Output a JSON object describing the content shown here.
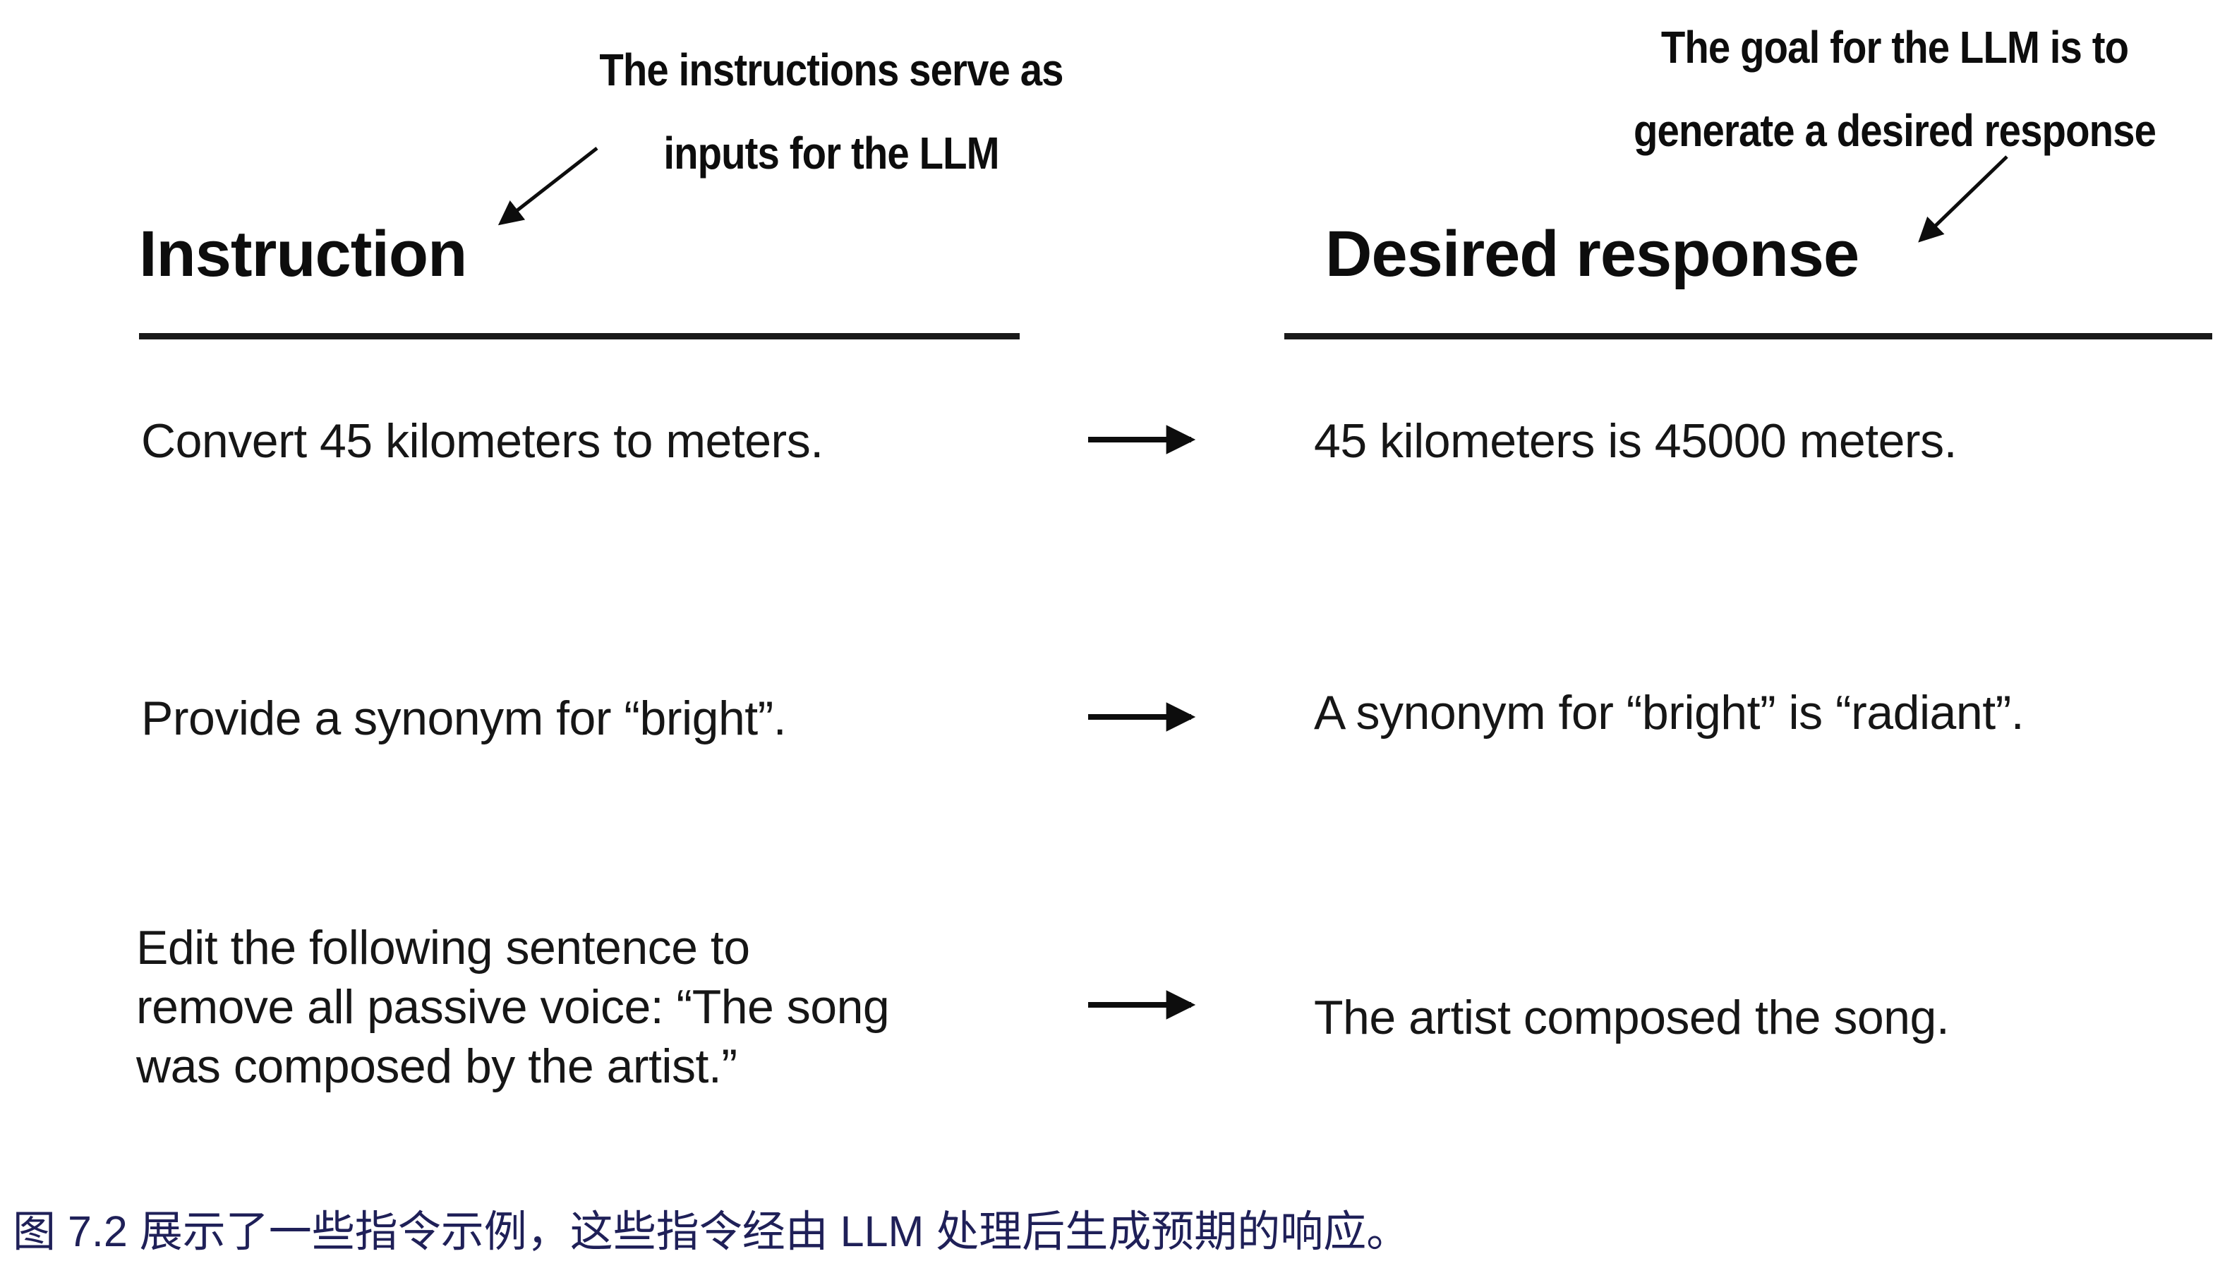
{
  "figure": {
    "annotation_left": {
      "line1": "The instructions serve as",
      "line2": "inputs for the LLM"
    },
    "annotation_right": {
      "line1": "The goal for the LLM is to",
      "line2": "generate a desired response"
    },
    "instruction_header": "Instruction",
    "response_header": "Desired response",
    "rows": [
      {
        "instruction": "Convert 45 kilometers to meters.",
        "response": "45 kilometers is 45000 meters."
      },
      {
        "instruction": "Provide a synonym for “bright”.",
        "response": "A synonym for “bright” is “radiant”."
      },
      {
        "instruction": "Edit the following sentence to remove all passive voice: “The song was composed by the artist.”",
        "response": "The artist composed the song."
      }
    ]
  },
  "caption": {
    "text": "图 7.2 展示了一些指令示例，这些指令经由 LLM 处理后生成预期的响应。"
  },
  "colors": {
    "ink": "#141414",
    "caption_blue": "#1f2058"
  }
}
